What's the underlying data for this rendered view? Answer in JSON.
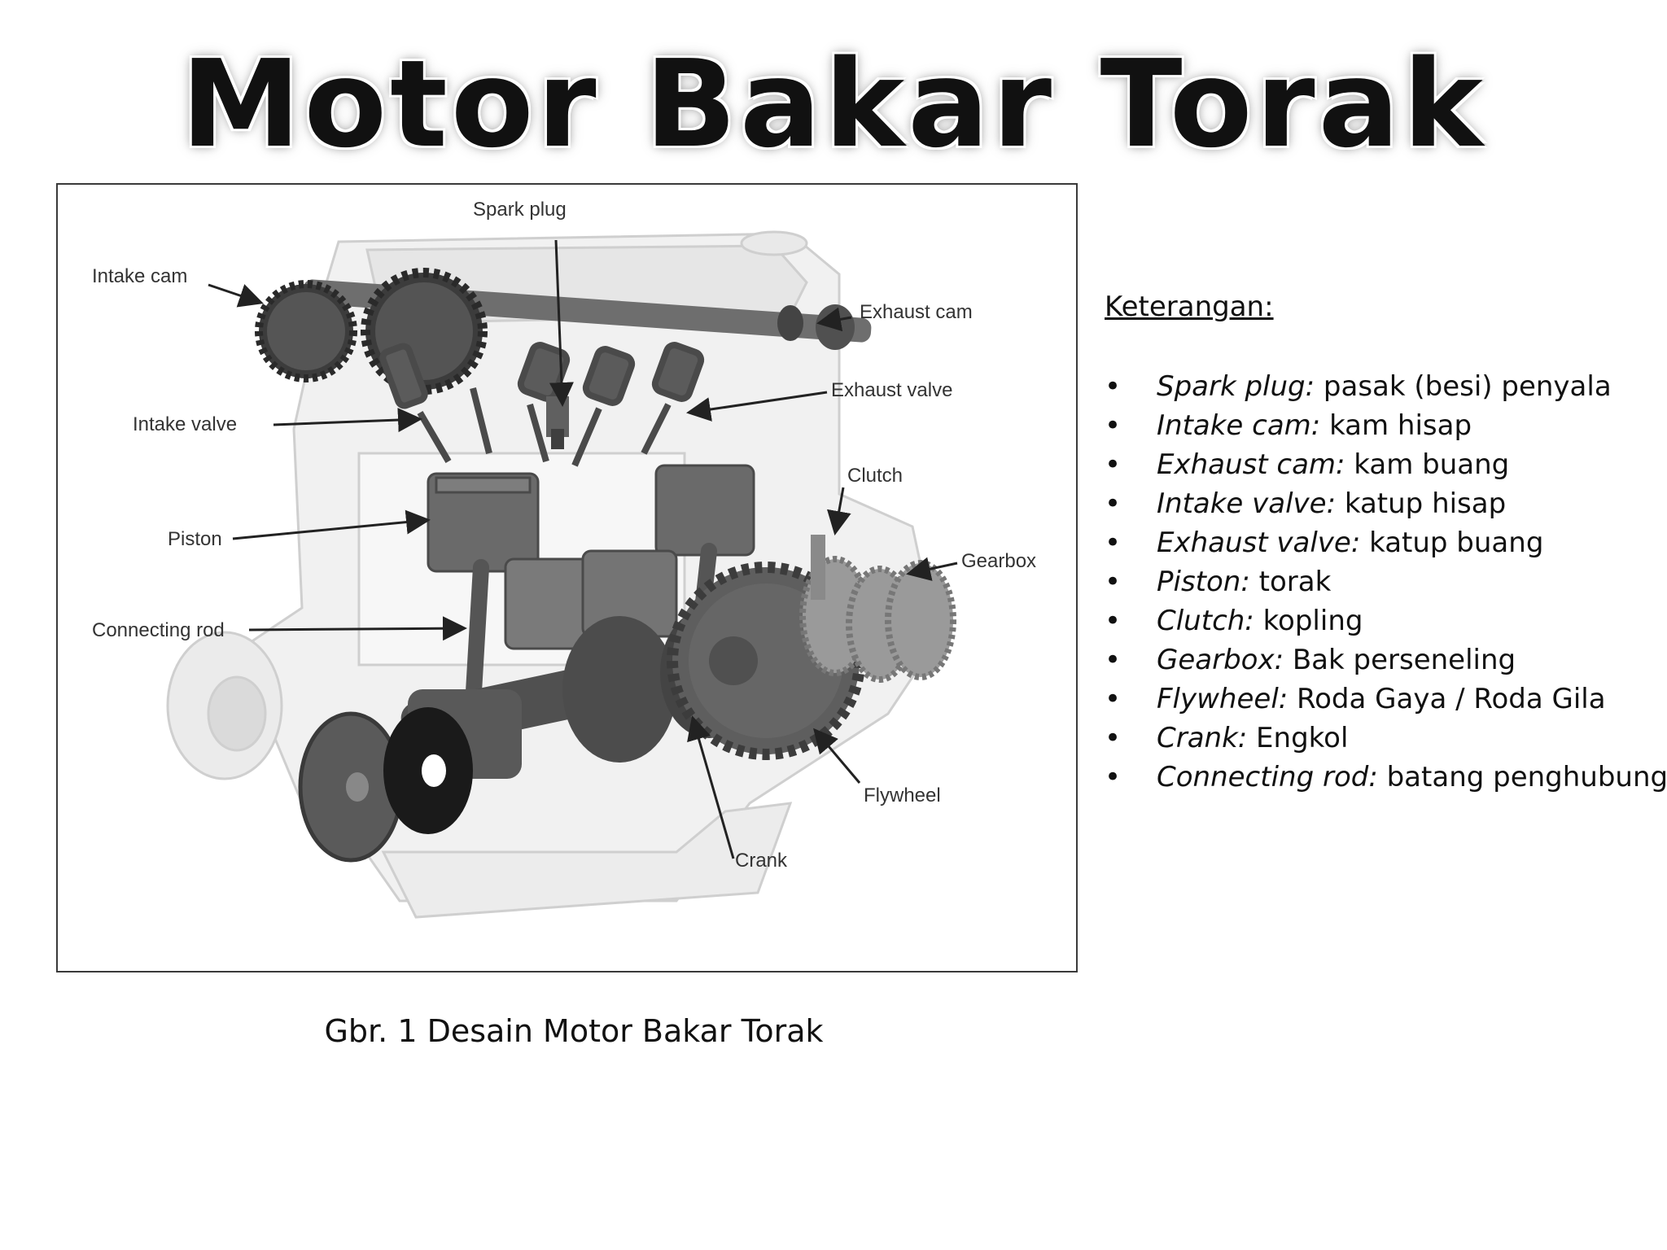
{
  "slide": {
    "title": "Motor Bakar Torak",
    "caption": "Gbr. 1 Desain Motor Bakar Torak"
  },
  "diagram": {
    "callouts": {
      "spark_plug": "Spark plug",
      "intake_cam": "Intake cam",
      "exhaust_cam": "Exhaust cam",
      "exhaust_valve": "Exhaust valve",
      "intake_valve": "Intake valve",
      "clutch": "Clutch",
      "piston": "Piston",
      "gearbox": "Gearbox",
      "connecting_rod": "Connecting rod",
      "flywheel": "Flywheel",
      "crank": "Crank"
    }
  },
  "legend": {
    "heading": "Keterangan:",
    "bullet": "•",
    "items": [
      {
        "term": "Spark plug:",
        "desc": " pasak (besi) penyala"
      },
      {
        "term": "Intake cam:",
        "desc": " kam hisap"
      },
      {
        "term": "Exhaust cam:",
        "desc": " kam buang"
      },
      {
        "term": "Intake valve:",
        "desc": " katup hisap"
      },
      {
        "term": "Exhaust valve:",
        "desc": " katup buang"
      },
      {
        "term": "Piston:",
        "desc": " torak"
      },
      {
        "term": "Clutch:",
        "desc": " kopling"
      },
      {
        "term": "Gearbox:",
        "desc": " Bak perseneling"
      },
      {
        "term": "Flywheel:",
        "desc": " Roda Gaya / Roda Gila"
      },
      {
        "term": "Crank:",
        "desc": " Engkol"
      },
      {
        "term": "Connecting rod:",
        "desc": " batang penghubung"
      }
    ]
  }
}
